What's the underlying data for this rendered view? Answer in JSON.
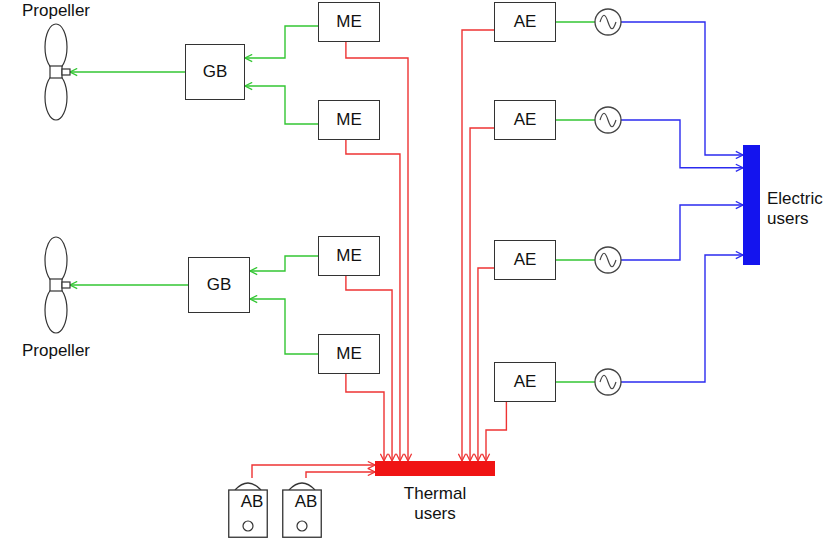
{
  "diagram": {
    "nodes": [
      {
        "text": [
          "Propeller"
        ]
      },
      {
        "text": [
          "ME"
        ]
      },
      {
        "text": [
          "AE"
        ]
      },
      {
        "text": [
          "GB"
        ]
      },
      {
        "text": [
          "ME"
        ]
      },
      {
        "text": [
          "AE"
        ]
      },
      {
        "text": [
          "Electric users"
        ]
      },
      {
        "text": [
          "ME"
        ]
      },
      {
        "text": [
          "AE"
        ]
      },
      {
        "text": [
          "GB"
        ]
      },
      {
        "text": [
          "Propeller"
        ]
      },
      {
        "text": [
          "ME"
        ]
      },
      {
        "text": [
          "AE"
        ]
      },
      {
        "text": [
          "AB"
        ]
      },
      {
        "text": [
          "AB"
        ]
      },
      {
        "text": [
          "Thermal users"
        ]
      }
    ],
    "edges": [
      {
        "from": 1,
        "to": 3,
        "arrow": "to"
      },
      {
        "from": 4,
        "to": 3,
        "arrow": "to"
      },
      {
        "from": 3,
        "to": 0,
        "arrow": "to"
      },
      {
        "from": 7,
        "to": 9,
        "arrow": "to"
      },
      {
        "from": 11,
        "to": 9,
        "arrow": "to"
      },
      {
        "from": 9,
        "to": 10,
        "arrow": "to"
      },
      {
        "from": 1,
        "to": 15,
        "arrow": "to"
      },
      {
        "from": 4,
        "to": 15,
        "arrow": "to"
      },
      {
        "from": 7,
        "to": 15,
        "arrow": "to"
      },
      {
        "from": 11,
        "to": 15,
        "arrow": "to"
      },
      {
        "from": 2,
        "to": 15,
        "arrow": "to"
      },
      {
        "from": 5,
        "to": 15,
        "arrow": "to"
      },
      {
        "from": 8,
        "to": 15,
        "arrow": "to"
      },
      {
        "from": 12,
        "to": 15,
        "arrow": "to"
      },
      {
        "from": 2,
        "to": 6,
        "arrow": "to"
      },
      {
        "from": 5,
        "to": 6,
        "arrow": "to"
      },
      {
        "from": 8,
        "to": 6,
        "arrow": "to"
      },
      {
        "from": 12,
        "to": 6,
        "arrow": "to"
      },
      {
        "from": 13,
        "to": 15,
        "arrow": "to"
      },
      {
        "from": 14,
        "to": 15,
        "arrow": "to"
      }
    ]
  }
}
